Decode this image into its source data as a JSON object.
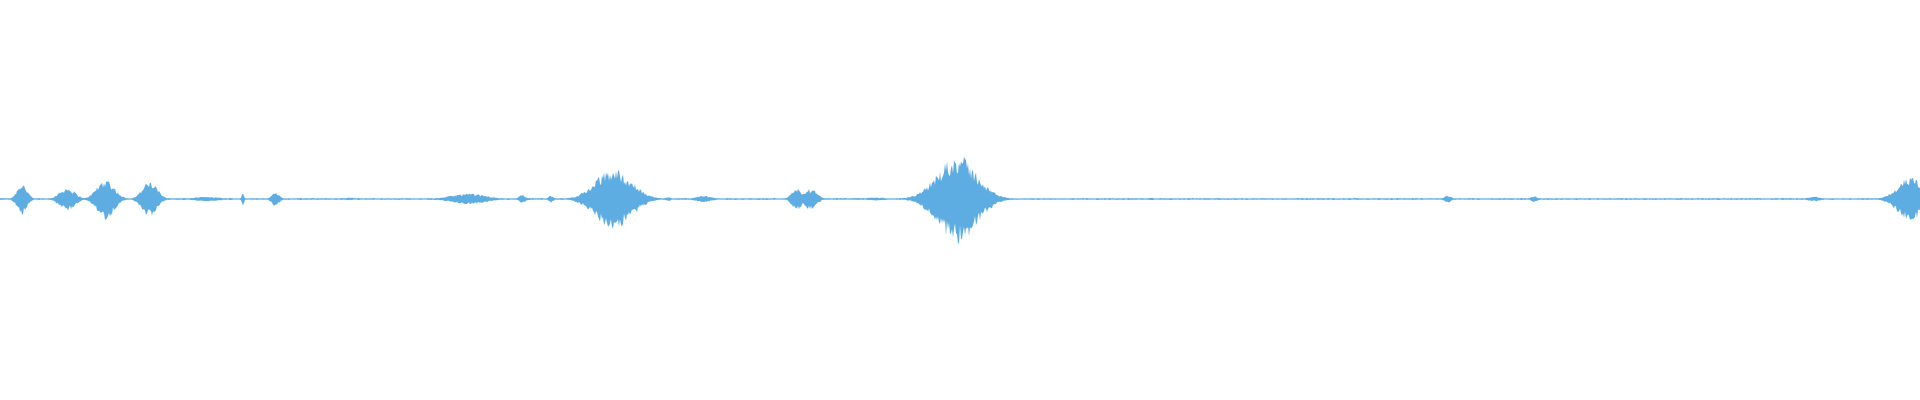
{
  "waveform": {
    "color": "#5dade2",
    "background": "#ffffff",
    "duration_fraction_visible": 1.0,
    "bursts": [
      {
        "center": 0.0115,
        "amplitude": 0.042,
        "width": 0.0045
      },
      {
        "center": 0.035,
        "amplitude": 0.03,
        "width": 0.007
      },
      {
        "center": 0.055,
        "amplitude": 0.052,
        "width": 0.008
      },
      {
        "center": 0.078,
        "amplitude": 0.045,
        "width": 0.007
      },
      {
        "center": 0.108,
        "amplitude": 0.006,
        "width": 0.012
      },
      {
        "center": 0.1265,
        "amplitude": 0.02,
        "width": 0.001
      },
      {
        "center": 0.1435,
        "amplitude": 0.018,
        "width": 0.0035
      },
      {
        "center": 0.182,
        "amplitude": 0.004,
        "width": 0.004
      },
      {
        "center": 0.244,
        "amplitude": 0.014,
        "width": 0.016
      },
      {
        "center": 0.272,
        "amplitude": 0.012,
        "width": 0.003
      },
      {
        "center": 0.287,
        "amplitude": 0.01,
        "width": 0.002
      },
      {
        "center": 0.3195,
        "amplitude": 0.078,
        "width": 0.0165
      },
      {
        "center": 0.348,
        "amplitude": 0.006,
        "width": 0.0025
      },
      {
        "center": 0.3665,
        "amplitude": 0.008,
        "width": 0.008
      },
      {
        "center": 0.415,
        "amplitude": 0.03,
        "width": 0.0045
      },
      {
        "center": 0.422,
        "amplitude": 0.026,
        "width": 0.006
      },
      {
        "center": 0.456,
        "amplitude": 0.004,
        "width": 0.01
      },
      {
        "center": 0.4985,
        "amplitude": 0.112,
        "width": 0.018
      },
      {
        "center": 0.754,
        "amplitude": 0.01,
        "width": 0.003
      },
      {
        "center": 0.799,
        "amplitude": 0.008,
        "width": 0.003
      },
      {
        "center": 0.945,
        "amplitude": 0.006,
        "width": 0.006
      },
      {
        "center": 0.995,
        "amplitude": 0.055,
        "width": 0.012
      }
    ],
    "baseline_amplitude": 0.003
  }
}
